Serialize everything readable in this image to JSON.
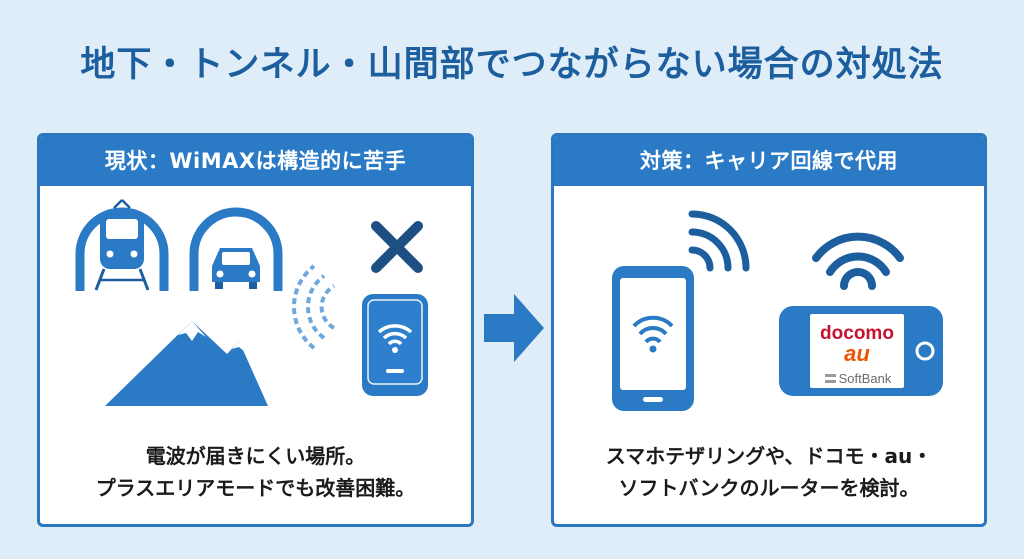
{
  "title": "地下・トンネル・山間部でつながらない場合の対処法",
  "left_panel": {
    "header": "現状：WiMAXは構造的に苦手",
    "caption_line1": "電波が届きにくい場所。",
    "caption_line2": "プラスエリアモードでも改善困難。"
  },
  "right_panel": {
    "header": "対策：キャリア回線で代用",
    "caption_line1": "スマホテザリングや、ドコモ・au・",
    "caption_line2": "ソフトバンクのルーターを検討。",
    "router_brands": {
      "docomo": "docomo",
      "au": "au",
      "softbank": "SoftBank"
    }
  },
  "colors": {
    "primary": "#2b7ac6",
    "title": "#1d5f9e",
    "background": "#deedf7",
    "docomo": "#c4122f",
    "au": "#eb5505"
  },
  "icons": [
    "train-tunnel-icon",
    "car-tunnel-icon",
    "mountain-icon",
    "cross-icon",
    "weak-signal-icon",
    "wimax-router-icon",
    "arrow-right-icon",
    "smartphone-icon",
    "wifi-signal-icon",
    "carrier-router-icon"
  ]
}
